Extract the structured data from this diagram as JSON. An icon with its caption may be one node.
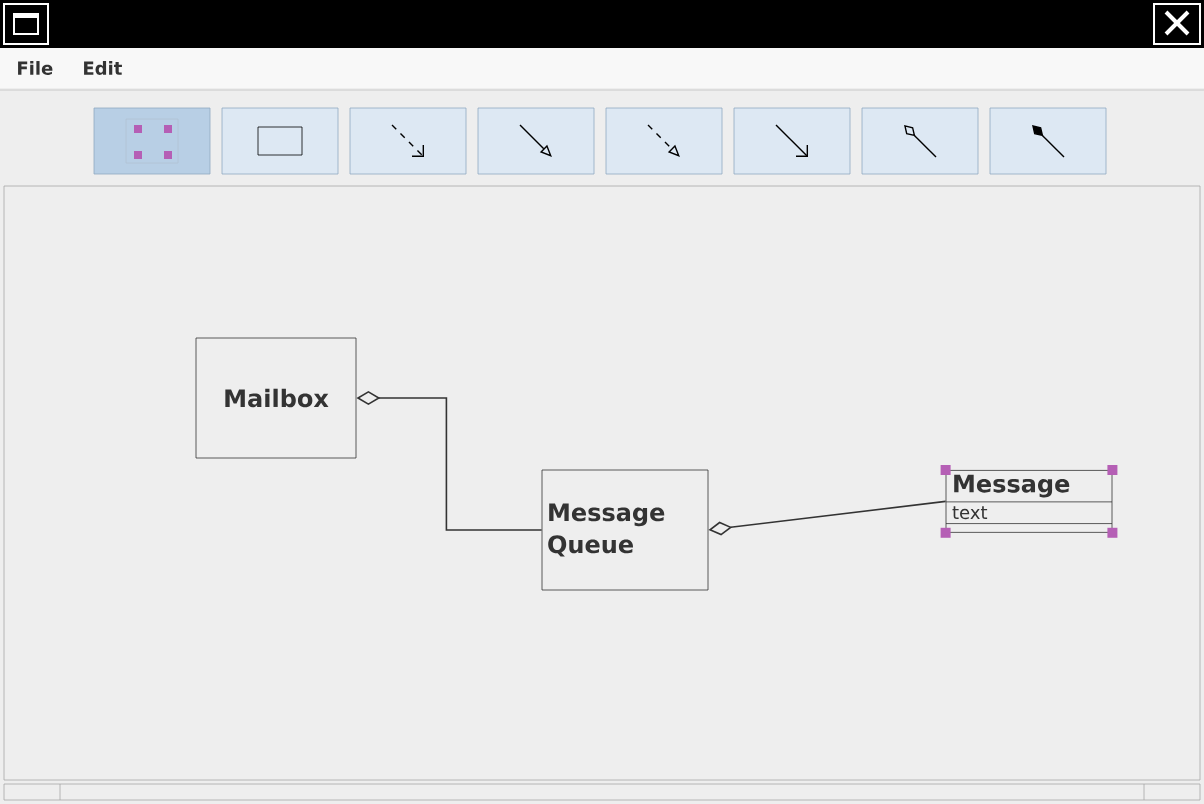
{
  "diagram": {
    "nodes": [
      {
        "text": [
          "Mailbox"
        ]
      },
      {
        "text": [
          "Message Queue"
        ]
      },
      {
        "text": [
          "Message",
          "text"
        ]
      }
    ],
    "edges": [
      {
        "from": 0,
        "to": 1,
        "arrow": "other"
      },
      {
        "from": 1,
        "to": 2,
        "arrow": "other"
      }
    ],
    "labels": [
      "File",
      "Edit"
    ]
  }
}
